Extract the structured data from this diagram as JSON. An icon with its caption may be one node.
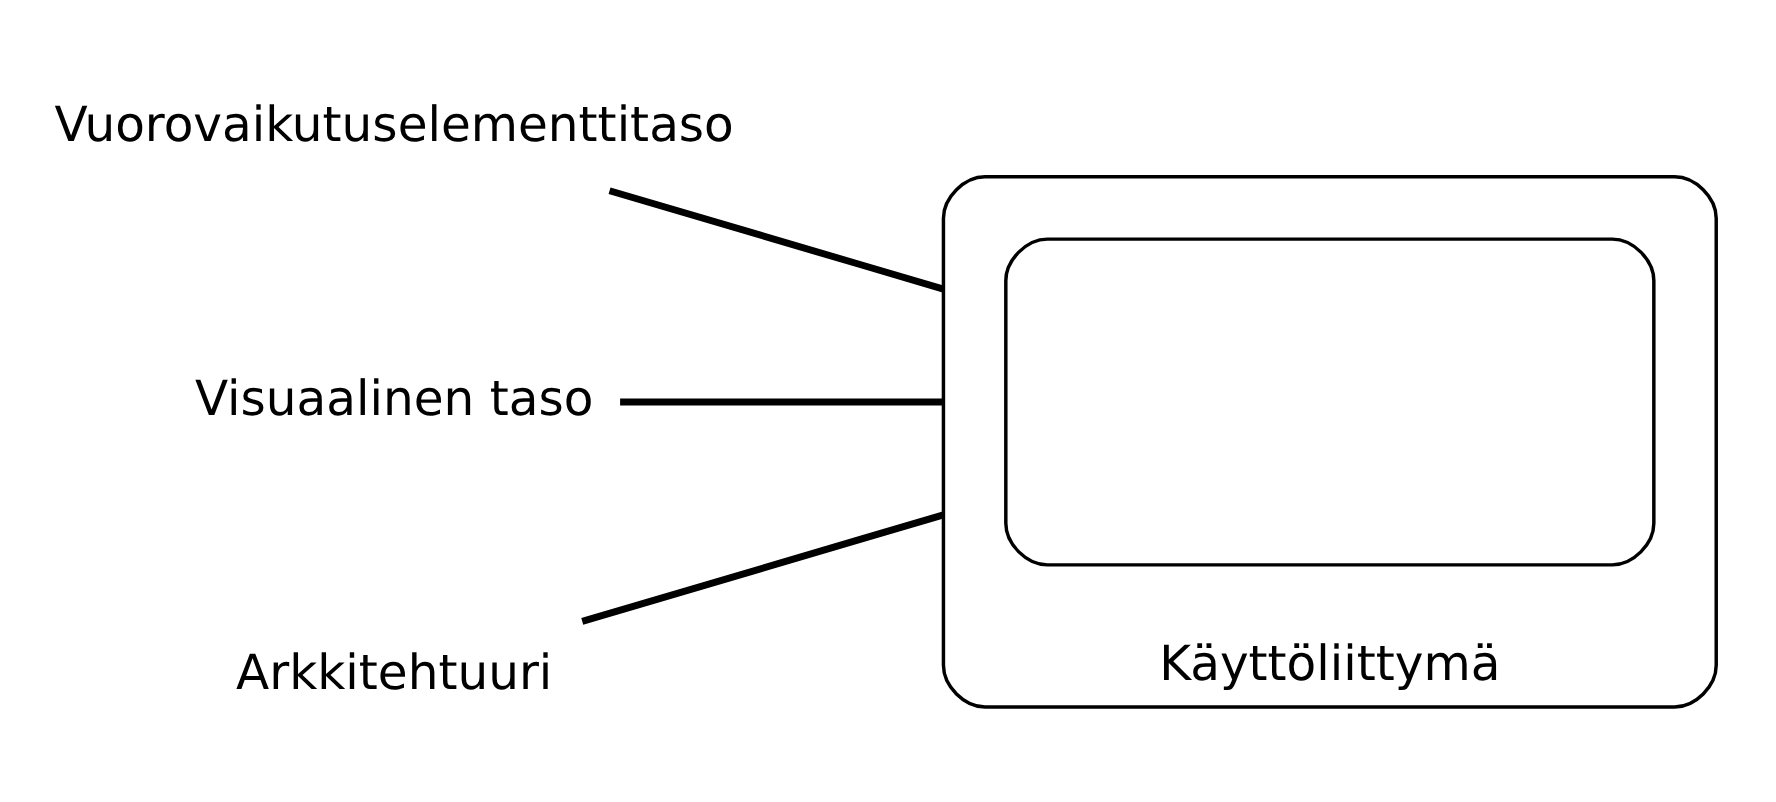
{
  "diagram": {
    "nodes": [
      {
        "text": [],
        "shape": "box",
        "beside": [
          "Käyttöliittymä"
        ]
      },
      {
        "text": [],
        "shape": "box",
        "in": 0
      },
      {
        "text": [
          "Vuorovaikutuselementtitaso"
        ]
      },
      {
        "text": [
          "Visuaalinen taso"
        ]
      },
      {
        "text": [
          "Arkkitehtuuri"
        ]
      }
    ],
    "edges": [
      {
        "from": 2,
        "to": 0,
        "arrow": "none"
      },
      {
        "from": 3,
        "to": 0,
        "arrow": "none"
      },
      {
        "from": 4,
        "to": 0,
        "arrow": "none"
      }
    ]
  }
}
